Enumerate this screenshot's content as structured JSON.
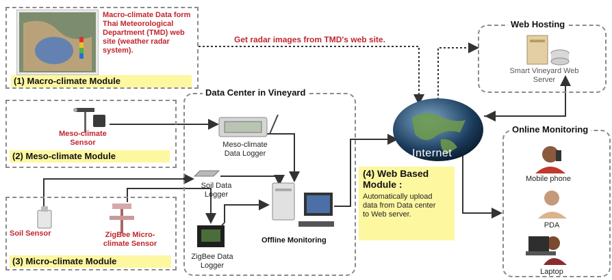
{
  "colors": {
    "accent_red": "#c0262d",
    "label_yellow": "#fdf7a0",
    "dashed_border": "#8a8a8a",
    "arrow": "#333333"
  },
  "macro": {
    "description": "Macro-climate Data form Thai Meteorological Department (TMD) web site (weather radar system).",
    "label": "(1) Macro-climate Module"
  },
  "meso": {
    "sensor_label": "Meso-climate Sensor",
    "label": "(2) Meso-climate Module"
  },
  "micro": {
    "soil_sensor": "Soil Sensor",
    "zigbee_sensor": "ZigBee Micro-climate Sensor",
    "label": "(3) Micro-climate Module"
  },
  "data_center": {
    "title": "Data Center in Vineyard",
    "meso_logger": "Meso-climate Data Logger",
    "soil_logger": "Soil Data Logger",
    "zigbee_logger": "ZigBee Data Logger",
    "offline": "Offline Monitoring"
  },
  "radar_arrow_label": "Get radar images from TMD's web site.",
  "internet": {
    "label": "Internet"
  },
  "web_module": {
    "title": "(4) Web Based Module :",
    "description": "Automatically upload data from Data center to Web server."
  },
  "web_hosting": {
    "title": "Web Hosting",
    "server_label": "Smart Vineyard Web Server"
  },
  "online": {
    "title": "Online Monitoring",
    "devices": [
      {
        "label": "Mobile phone"
      },
      {
        "label": "PDA"
      },
      {
        "label": "Laptop"
      }
    ]
  }
}
